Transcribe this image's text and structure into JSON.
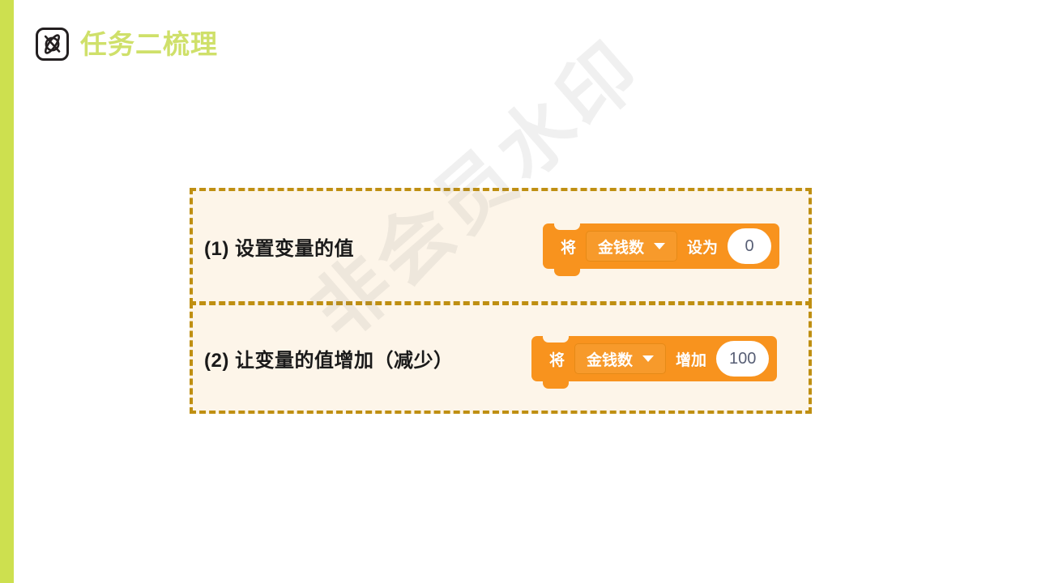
{
  "slide": {
    "title": "任务二梳理",
    "title_icon": "planet-ring-icon",
    "accent_color": "#cde04f",
    "title_color": "#cfe06a",
    "panel_bg": "#fdf5e9",
    "panel_border_color": "#bf8f12",
    "block_color": "#f8931e"
  },
  "watermark": {
    "text": "非会员水印"
  },
  "rows": [
    {
      "label": "(1) 设置变量的值",
      "block": {
        "prefix": "将",
        "variable": "金钱数",
        "dropdown_icon": "chevron-down-icon",
        "middle": "设为",
        "value": "0"
      }
    },
    {
      "label": "(2) 让变量的值增加（减少）",
      "block": {
        "prefix": "将",
        "variable": "金钱数",
        "dropdown_icon": "chevron-down-icon",
        "middle": "增加",
        "value": "100"
      }
    }
  ]
}
